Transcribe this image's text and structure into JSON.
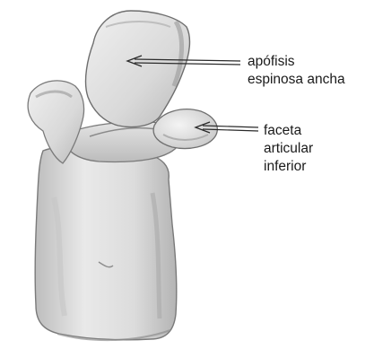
{
  "figure": {
    "subject": "vertebra-illustration",
    "labels": {
      "spinous_process": {
        "line1": "apófisis",
        "line2": "espinosa ancha"
      },
      "articular_facet": {
        "line1": "faceta",
        "line2": "articular",
        "line3": "inferior"
      }
    },
    "colors": {
      "bone_light": "#ececec",
      "bone_mid": "#d2d2d2",
      "bone_shadow": "#a9a9a9",
      "outline": "#6e6e6e",
      "arrow": "#2a2a2a",
      "text": "#1a1a1a"
    }
  }
}
